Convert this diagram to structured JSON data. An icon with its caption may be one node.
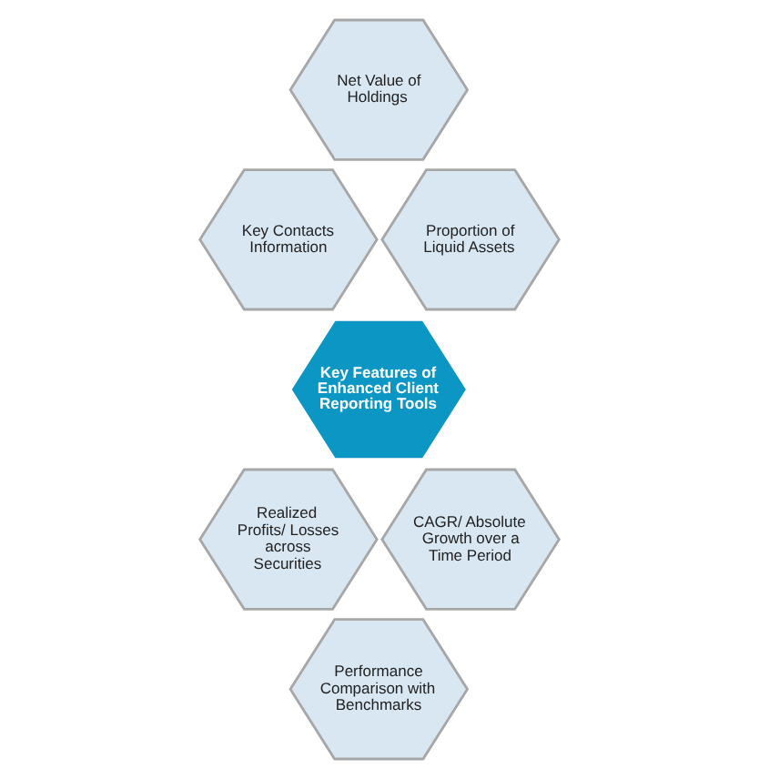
{
  "diagram": {
    "nodes": [
      {
        "text": [
          "Net Value of Holdings"
        ]
      },
      {
        "text": [
          "Key Contacts Information"
        ]
      },
      {
        "text": [
          "Key Features of Enhanced Client Reporting Tools"
        ]
      },
      {
        "text": [
          "Proportion of Liquid Assets"
        ]
      },
      {
        "text": [
          "Realized Profits/ Losses across Securities"
        ]
      },
      {
        "text": [
          "CAGR/ Absolute Growth over a Time Period"
        ]
      },
      {
        "text": [
          "Performance Comparison with Benchmarks"
        ]
      }
    ]
  }
}
